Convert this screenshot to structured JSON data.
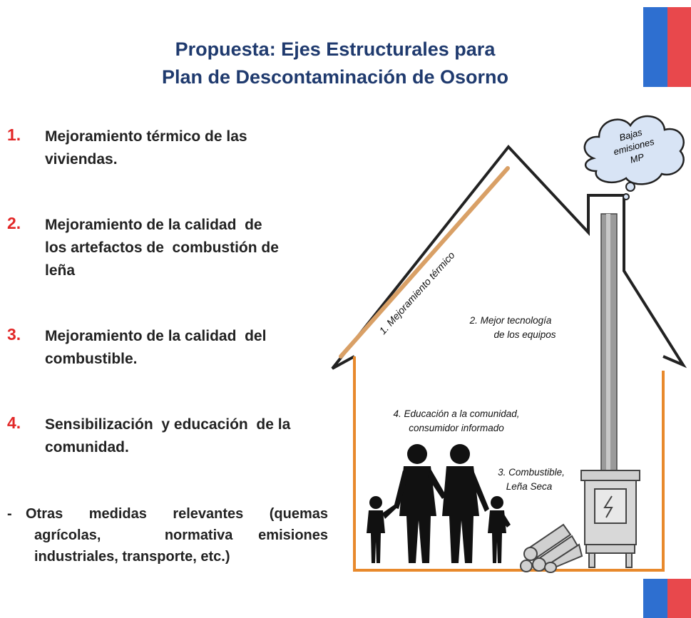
{
  "title": {
    "line1": "Propuesta: Ejes Estructurales para",
    "line2": "Plan de Descontaminación de Osorno"
  },
  "items": [
    {
      "number": "1.",
      "lines": [
        "Mejoramiento térmico de las",
        "viviendas."
      ]
    },
    {
      "number": "2.",
      "lines": [
        "Mejoramiento de la calidad  de",
        "los artefactos de  combustión de",
        "leña"
      ]
    },
    {
      "number": "3.",
      "lines": [
        "Mejoramiento de la calidad  del",
        "combustible."
      ]
    },
    {
      "number": "4.",
      "lines": [
        "Sensibilización  y educación  de la",
        "comunidad."
      ]
    }
  ],
  "other": {
    "dash": "-",
    "lines": [
      "Otras medidas relevantes (quemas",
      "agrícolas,     normativa  emisiones",
      "industriales, transporte, etc.)"
    ]
  },
  "diagram": {
    "cloud": [
      "Bajas",
      "emisiones",
      "MP"
    ],
    "roof_label": "1. Mejoramiento térmico",
    "tech_label": [
      "2. Mejor tecnología",
      "de los equipos"
    ],
    "education_label": [
      "4. Educación a la comunidad,",
      "consumidor informado"
    ],
    "fuel_label": [
      "3. Combustible,",
      "Leña Seca"
    ]
  },
  "colors": {
    "title": "#1f3a6e",
    "number": "#e22727",
    "insulation": "#e8892c",
    "flag_blue": "#2e6fd0",
    "flag_red": "#e8484c",
    "cloud": "#d8e4f5"
  }
}
